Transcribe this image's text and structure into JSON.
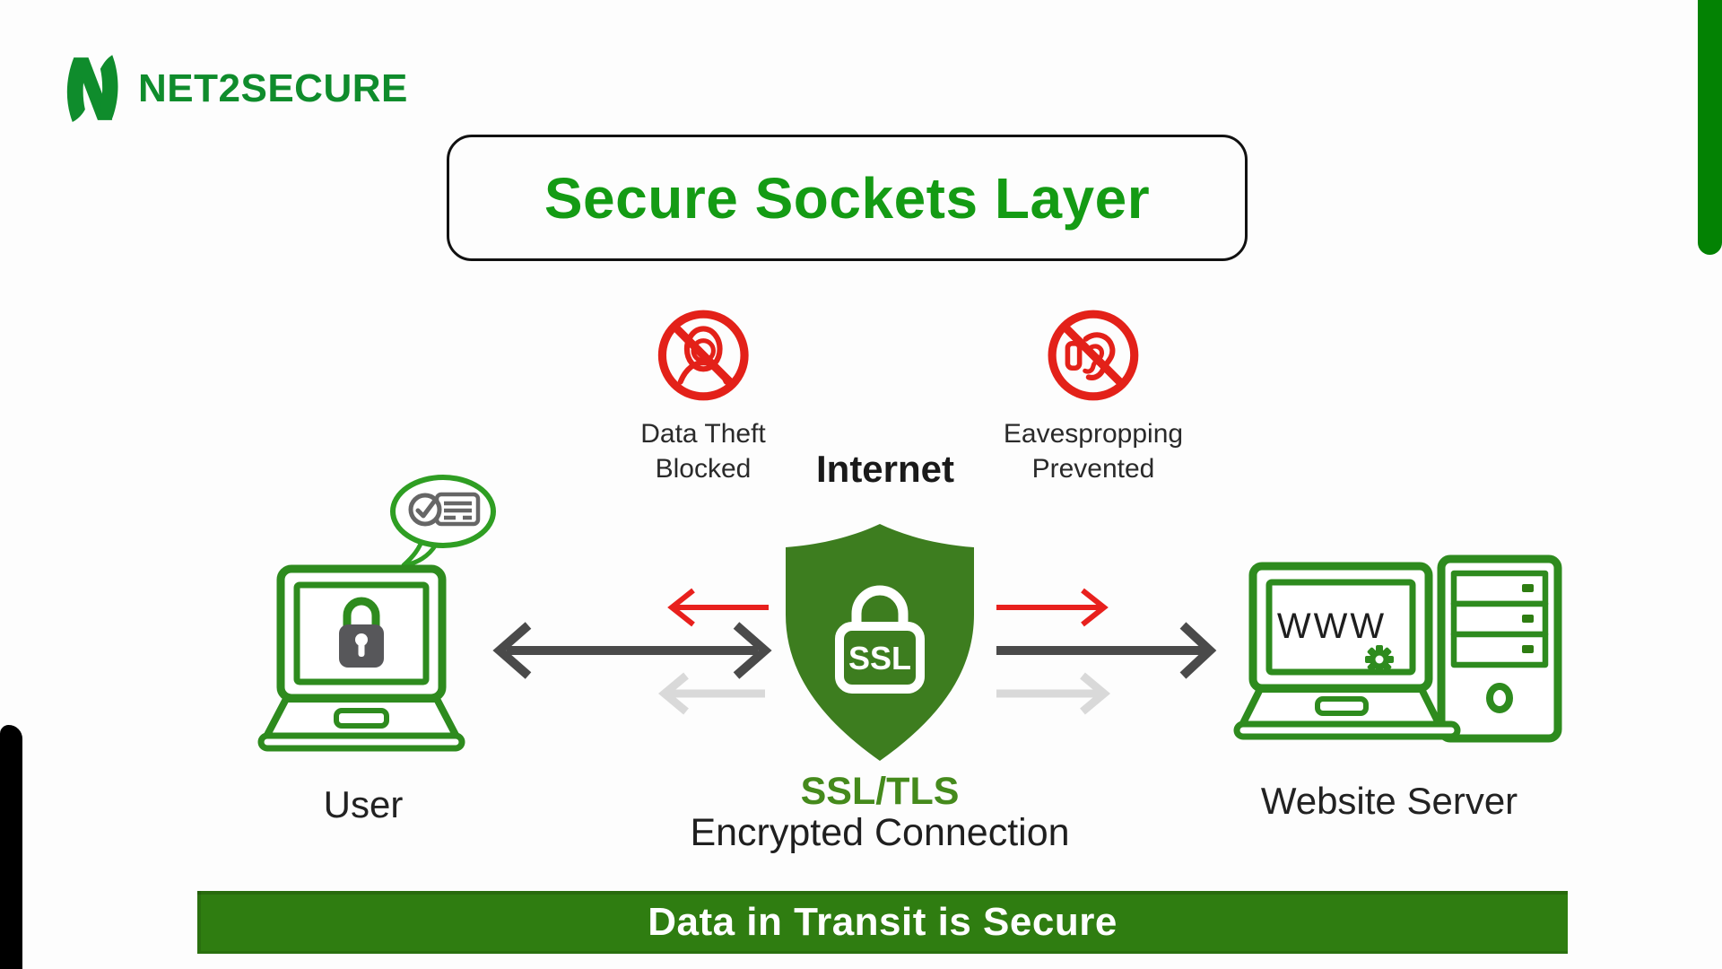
{
  "brand": {
    "name": "NET2SECURE",
    "color": "#0f8c2c"
  },
  "title": {
    "text": "Secure Sockets Layer",
    "color": "#149b14"
  },
  "internet": {
    "label": "Internet"
  },
  "threats": {
    "left": {
      "line1": "Data Theft",
      "line2": "Blocked",
      "icon": "no-spy-icon"
    },
    "right": {
      "line1": "Eavespropping",
      "line2": "Prevented",
      "icon": "no-eavesdropping-icon"
    }
  },
  "user": {
    "label": "User"
  },
  "shield": {
    "badge": "SSL",
    "caption_line1": "SSL/TLS",
    "caption_line2": "Encrypted Connection",
    "fill": "#3d7d1f"
  },
  "server": {
    "screen_text": "WWW",
    "label": "Website Server"
  },
  "banner": {
    "text": "Data in Transit is Secure",
    "background": "#2f7d11",
    "text_color": "#ffffff"
  },
  "colors": {
    "outline_green": "#2e8b1e",
    "prohibition_red": "#e32119",
    "arrow_red": "#e8201d",
    "arrow_dark": "#4a4a4a",
    "arrow_light": "#d9d9d9",
    "accent_bar_green": "#038203",
    "edge_bar_black": "#000000",
    "lock_gray": "#57575a"
  },
  "icons": {
    "net2secure-n-logo-icon": "stylized green letter N",
    "no-spy-icon": "spy silhouette inside red prohibition circle",
    "no-eavesdropping-icon": "ear inside red prohibition circle",
    "verified-transaction-bubble-icon": "speech bubble with checkmark and card",
    "secure-laptop-icon": "laptop with padlock on screen",
    "ssl-shield-icon": "green shield with white SSL padlock",
    "web-server-icon": "laptop showing WWW with gear beside server tower",
    "gear-icon": "gear on server screen"
  }
}
